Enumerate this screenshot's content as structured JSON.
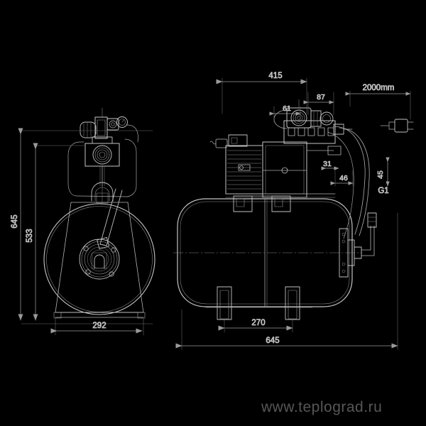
{
  "drawing": {
    "title": "Booster pump set with horizontal pressure tank - dimensioned drawing",
    "background_color": "#000000",
    "line_color": "#bdbdbd",
    "dim_line_color": "#9a9a9a",
    "text_color": "#d8d8d8",
    "views": [
      {
        "name": "side-view",
        "position": "left"
      },
      {
        "name": "front-view",
        "position": "right"
      }
    ]
  },
  "dimensions": {
    "left_view": {
      "overall_height": "645",
      "inner_height": "533",
      "base_width": "292"
    },
    "right_view": {
      "top_width": "415",
      "cable_length": "2000mm",
      "offset_87": "87",
      "offset_61": "61",
      "offset_31": "31",
      "offset_46": "46",
      "offset_45": "45",
      "port_thread": "G1",
      "foot_spacing": "270",
      "overall_width": "645"
    }
  },
  "labels": [
    {
      "id": "d-645-left",
      "text": "645",
      "orientation": "vertical"
    },
    {
      "id": "d-533-left",
      "text": "533",
      "orientation": "vertical"
    },
    {
      "id": "d-292",
      "text": "292",
      "orientation": "horizontal"
    },
    {
      "id": "d-415",
      "text": "415",
      "orientation": "horizontal"
    },
    {
      "id": "d-2000mm",
      "text": "2000mm",
      "orientation": "horizontal"
    },
    {
      "id": "d-87",
      "text": "87",
      "orientation": "horizontal"
    },
    {
      "id": "d-61",
      "text": "61",
      "orientation": "horizontal"
    },
    {
      "id": "d-31",
      "text": "31",
      "orientation": "horizontal"
    },
    {
      "id": "d-46",
      "text": "46",
      "orientation": "horizontal"
    },
    {
      "id": "d-45",
      "text": "45",
      "orientation": "vertical"
    },
    {
      "id": "d-g1",
      "text": "G1",
      "orientation": "horizontal"
    },
    {
      "id": "d-270",
      "text": "270",
      "orientation": "horizontal"
    },
    {
      "id": "d-645-bot",
      "text": "645",
      "orientation": "horizontal"
    }
  ],
  "watermark": {
    "text": "www.teplograd.ru"
  }
}
